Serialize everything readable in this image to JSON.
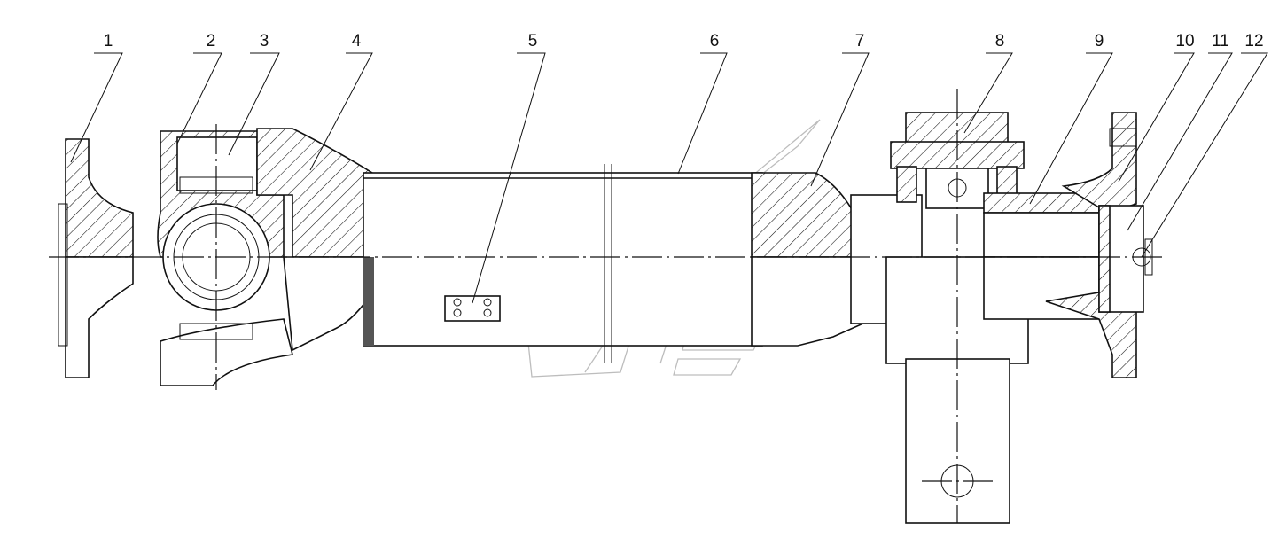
{
  "callouts": [
    {
      "num": "1"
    },
    {
      "num": "2"
    },
    {
      "num": "3"
    },
    {
      "num": "4"
    },
    {
      "num": "5"
    },
    {
      "num": "6"
    },
    {
      "num": "7"
    },
    {
      "num": "8"
    },
    {
      "num": "9"
    },
    {
      "num": "10"
    },
    {
      "num": "11"
    },
    {
      "num": "12"
    }
  ],
  "colors": {
    "line": "#111111",
    "watermark": "#bdbdbd",
    "background": "#ffffff"
  }
}
